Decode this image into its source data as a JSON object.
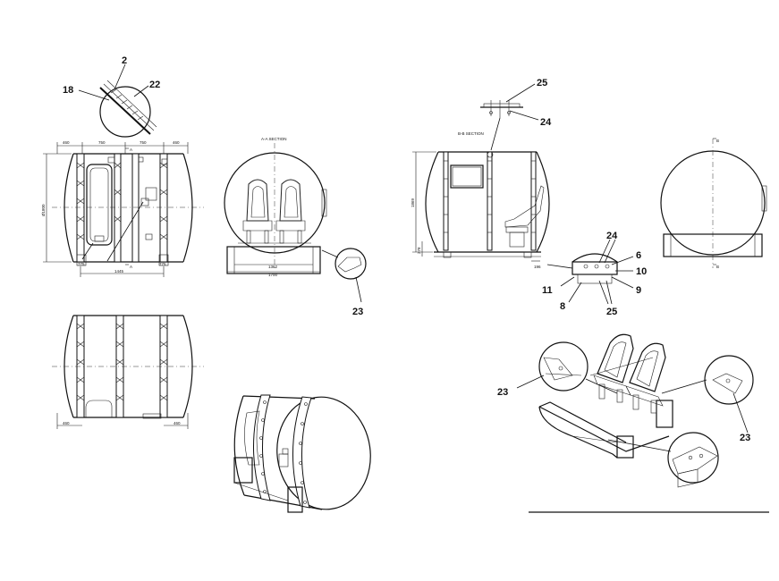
{
  "section_labels": {
    "a_a": "A-A SECTION",
    "b_b": "B-B SECTION",
    "mark_a": "A",
    "mark_b": "B"
  },
  "dimensions": {
    "front_w1": "460",
    "front_w2": "750",
    "front_w3": "750",
    "front_w4": "460",
    "front_height": "Ø1800",
    "front_bottom": "1445",
    "front_foot_l": "775",
    "front_foot_r": "775",
    "sec_a_inner": "1362",
    "sec_a_outer": "1700",
    "sec_b_height": "1869",
    "sec_b_base": "278",
    "sec_b_foot": "196",
    "plan_w_l": "460",
    "plan_w_r": "460"
  },
  "callouts": {
    "c2": "2",
    "c18": "18",
    "c22": "22",
    "c23_a": "23",
    "c25_top": "25",
    "c24_top": "24",
    "c24_mid": "24",
    "c6": "6",
    "c10": "10",
    "c9": "9",
    "c25_mid": "25",
    "c8": "8",
    "c11": "11",
    "c23_b": "23",
    "c23_c": "23"
  }
}
